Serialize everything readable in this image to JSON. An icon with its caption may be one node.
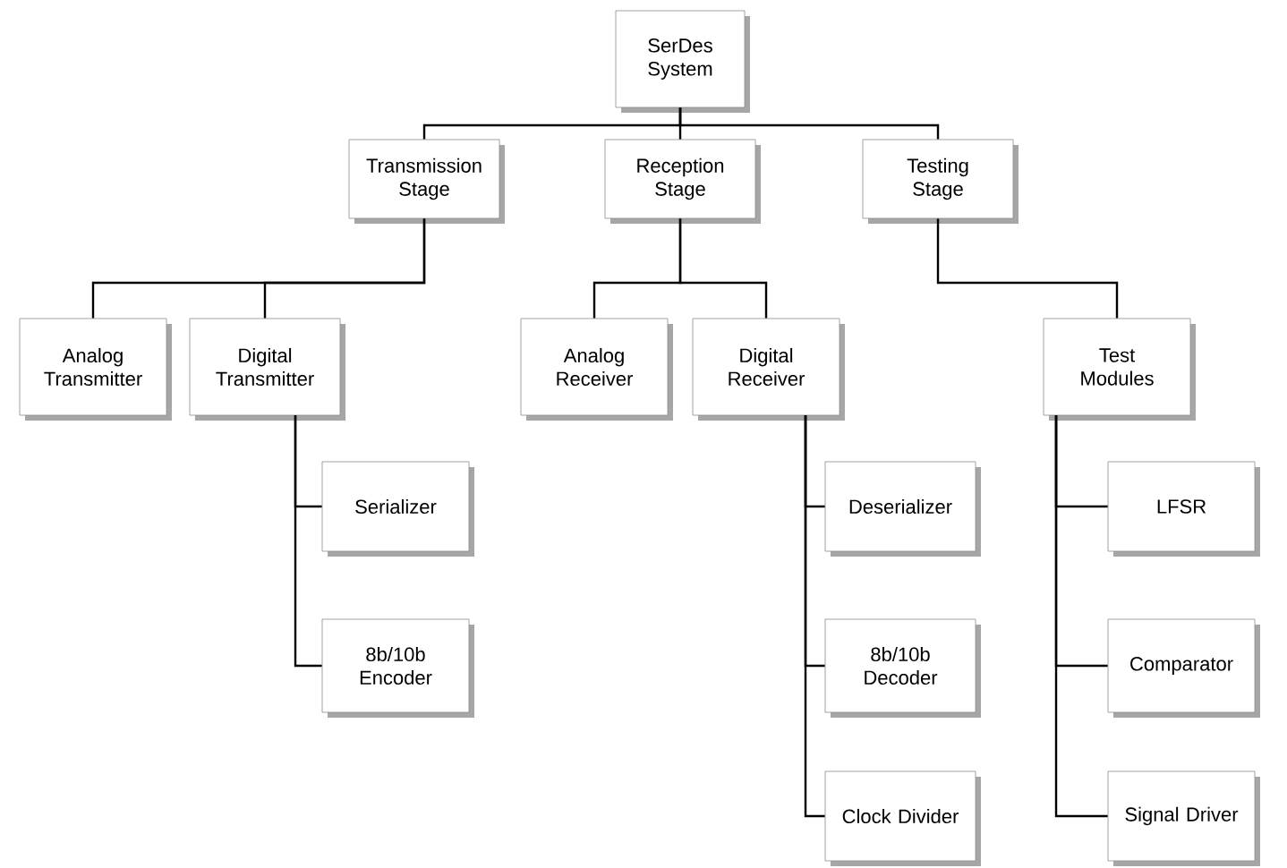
{
  "diagram": {
    "nodes": [
      {
        "text": [
          "SerDes System"
        ]
      },
      {
        "text": [
          "Transmission Stage"
        ]
      },
      {
        "text": [
          "Reception Stage"
        ]
      },
      {
        "text": [
          "Testing Stage"
        ]
      },
      {
        "text": [
          "Analog Transmitter"
        ]
      },
      {
        "text": [
          "Digital Transmitter"
        ]
      },
      {
        "text": [
          "Serializer"
        ]
      },
      {
        "text": [
          "8b/10b Encoder"
        ]
      },
      {
        "text": [
          "Analog Receiver"
        ]
      },
      {
        "text": [
          "Digital Receiver"
        ]
      },
      {
        "text": [
          "Deserializer"
        ]
      },
      {
        "text": [
          "8b/10b Decoder"
        ]
      },
      {
        "text": [
          "Clock Divider"
        ]
      },
      {
        "text": [
          "Test Modules"
        ]
      },
      {
        "text": [
          "LFSR"
        ]
      },
      {
        "text": [
          "Comparator"
        ]
      },
      {
        "text": [
          "Signal Driver"
        ]
      }
    ],
    "edges": [
      {
        "from": 0,
        "to": 1,
        "arrow": "none"
      },
      {
        "from": 0,
        "to": 2,
        "arrow": "none"
      },
      {
        "from": 0,
        "to": 3,
        "arrow": "none"
      },
      {
        "from": 1,
        "to": 4,
        "arrow": "none"
      },
      {
        "from": 1,
        "to": 5,
        "arrow": "none"
      },
      {
        "from": 5,
        "to": 6,
        "arrow": "none"
      },
      {
        "from": 5,
        "to": 7,
        "arrow": "none"
      },
      {
        "from": 2,
        "to": 8,
        "arrow": "none"
      },
      {
        "from": 2,
        "to": 9,
        "arrow": "none"
      },
      {
        "from": 9,
        "to": 10,
        "arrow": "none"
      },
      {
        "from": 9,
        "to": 11,
        "arrow": "none"
      },
      {
        "from": 9,
        "to": 12,
        "arrow": "none"
      },
      {
        "from": 3,
        "to": 13,
        "arrow": "none"
      },
      {
        "from": 13,
        "to": 14,
        "arrow": "none"
      },
      {
        "from": 13,
        "to": 15,
        "arrow": "none"
      },
      {
        "from": 13,
        "to": 16,
        "arrow": "none"
      }
    ]
  }
}
